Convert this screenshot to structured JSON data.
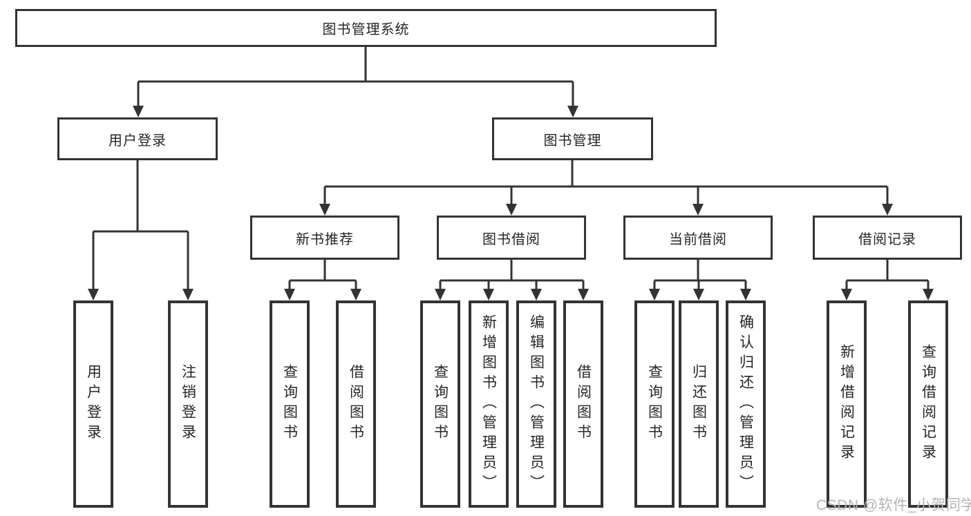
{
  "tree": {
    "root": {
      "label": "图书管理系统"
    },
    "branches": [
      {
        "label": "用户登录",
        "children": [
          {
            "label": "用户登录"
          },
          {
            "label": "注销登录"
          }
        ]
      },
      {
        "label": "图书管理",
        "groups": [
          {
            "label": "新书推荐",
            "children": [
              {
                "label": "查询图书"
              },
              {
                "label": "借阅图书"
              }
            ]
          },
          {
            "label": "图书借阅",
            "children": [
              {
                "label": "查询图书"
              },
              {
                "label": "新增图书（管理员）"
              },
              {
                "label": "编辑图书（管理员）"
              },
              {
                "label": "借阅图书"
              }
            ]
          },
          {
            "label": "当前借阅",
            "children": [
              {
                "label": "查询图书"
              },
              {
                "label": "归还图书"
              },
              {
                "label": "确认归还（管理员）"
              }
            ]
          },
          {
            "label": "借阅记录",
            "children": [
              {
                "label": "新增借阅记录"
              },
              {
                "label": "查询借阅记录"
              }
            ]
          }
        ]
      }
    ]
  },
  "watermark": {
    "text": "CSDN @软件_小贺同学"
  },
  "colors": {
    "line": "#333333",
    "box_border": "#333333",
    "box_fill": "#ffffff",
    "text": "#262626",
    "watermark": "#b4b4b4",
    "background": "#ffffff"
  }
}
